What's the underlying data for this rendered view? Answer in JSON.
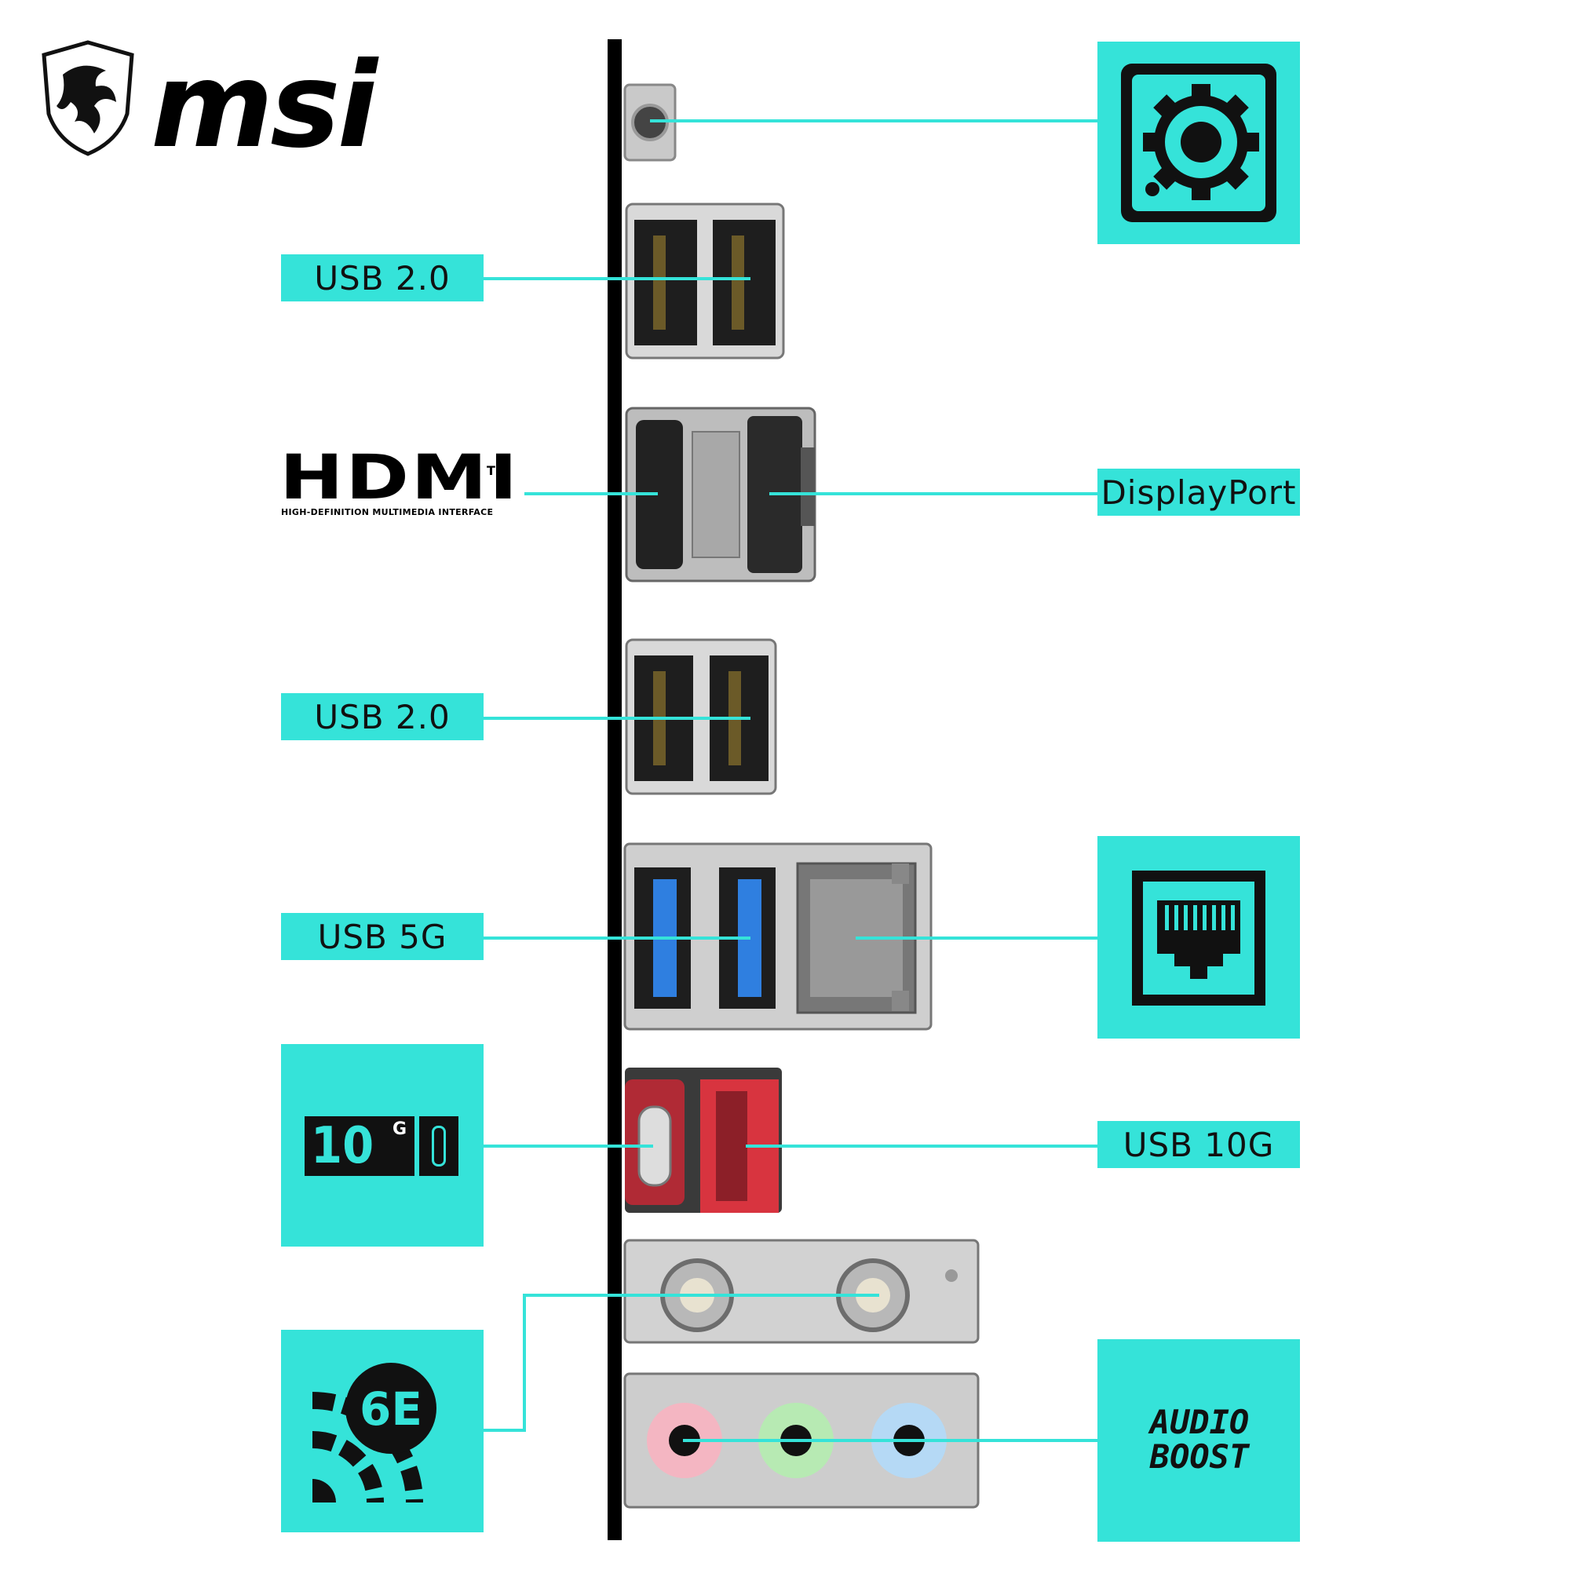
{
  "brand": {
    "logo_text": "msi"
  },
  "labels": {
    "usb20_top": "USB 2.0",
    "hdmi_logo": "HDMI",
    "hdmi_tagline": "HIGH-DEFINITION MULTIMEDIA INTERFACE",
    "hdmi_trademark": "TM",
    "displayport": "DisplayPort",
    "usb20_mid": "USB 2.0",
    "usb5g": "USB 5G",
    "usb10g": "USB 10G",
    "usb10g_badge_number": "10",
    "usb10g_badge_unit": "G",
    "wifi_badge": "6E",
    "audio_boost_line1": "AUDIO",
    "audio_boost_line2": "BOOST"
  },
  "icons": {
    "settings_tile": "gear-icon",
    "lan_tile": "ethernet-port-icon",
    "usb10g_tile": "usb-type-c-icon",
    "wifi_tile": "wifi-6e-icon",
    "audio_tile": "audio-boost-icon",
    "brand": "msi-dragon-shield-icon"
  },
  "colors": {
    "accent": "#35e3d9",
    "panel": "#000000",
    "usb3_blue": "#2f7fe0",
    "usb10g_red": "#d8343f",
    "audio_pink": "#f4b6c2",
    "audio_green": "#b7eab3",
    "audio_blue": "#b5d9f5"
  }
}
